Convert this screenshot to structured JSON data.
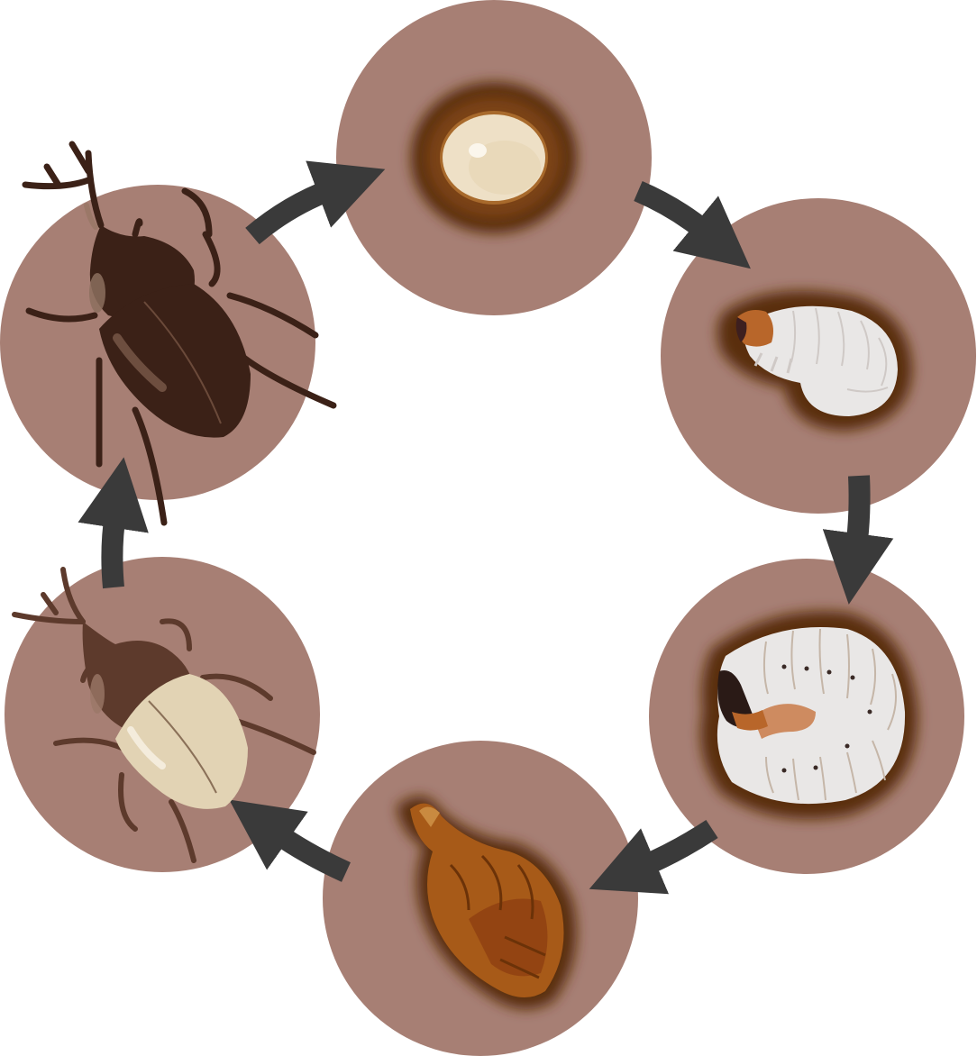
{
  "diagram": {
    "type": "cycle",
    "direction": "clockwise",
    "stages": [
      {
        "name": "egg",
        "icon": "egg-icon"
      },
      {
        "name": "young-larva",
        "icon": "young-larva-icon"
      },
      {
        "name": "mature-larva",
        "icon": "mature-larva-icon"
      },
      {
        "name": "pupa",
        "icon": "pupa-icon"
      },
      {
        "name": "emerging-adult",
        "icon": "teneral-beetle-icon"
      },
      {
        "name": "adult-beetle",
        "icon": "rhinoceros-beetle-icon"
      }
    ],
    "colors": {
      "circle": "#a77f74",
      "arrow": "#3a3a3a",
      "halo": "#5a2d0c",
      "egg": "#eee0c6",
      "larva": "#e9e7e6",
      "larva_head": "#b8662a",
      "pupa": "#a75a18",
      "beetle_dark": "#3b2117",
      "beetle_mid": "#5d3a2c",
      "elytra_pale": "#e2d3b4"
    }
  }
}
